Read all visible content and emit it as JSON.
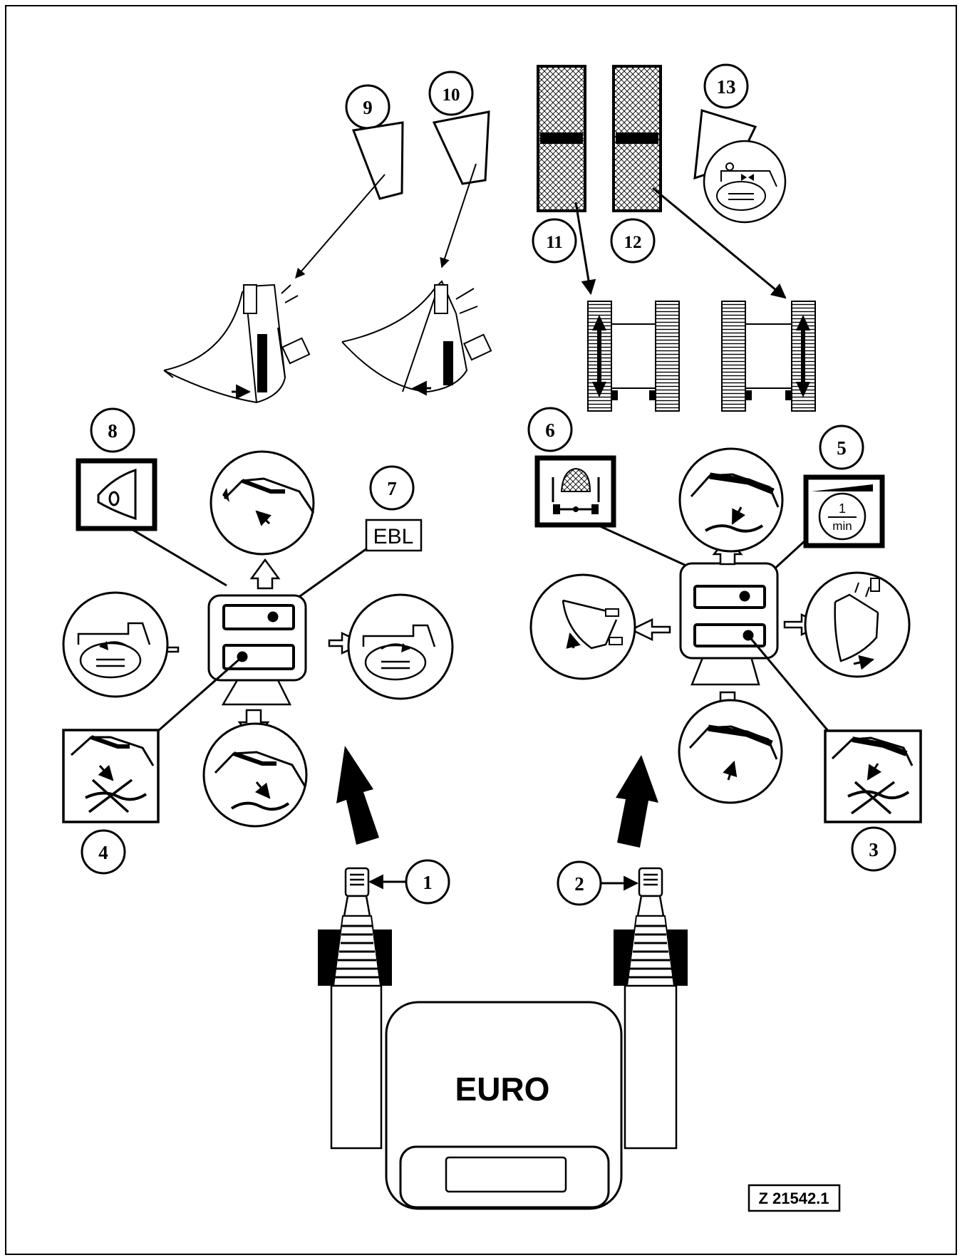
{
  "callouts": {
    "n1": "1",
    "n2": "2",
    "n3": "3",
    "n4": "4",
    "n5": "5",
    "n6": "6",
    "n7": "7",
    "n8": "8",
    "n9": "9",
    "n10": "10",
    "n11": "11",
    "n12": "12",
    "n13": "13"
  },
  "labels": {
    "ebl": "EBL",
    "euro": "EURO",
    "rpm_top": "1",
    "rpm_bottom": "min",
    "figure_id": "Z 21542.1"
  },
  "colors": {
    "ink": "#000000",
    "paper": "#ffffff"
  }
}
